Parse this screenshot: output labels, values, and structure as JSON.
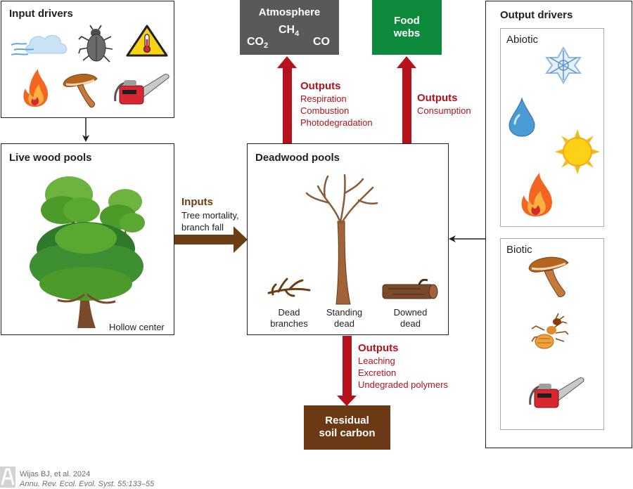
{
  "input_drivers": {
    "title": "Input drivers"
  },
  "live_wood": {
    "title": "Live wood pools",
    "hollow_label": "Hollow center"
  },
  "deadwood": {
    "title": "Deadwood pools",
    "dead_branches": [
      "Dead",
      "branches"
    ],
    "standing_dead": [
      "Standing",
      "dead"
    ],
    "downed_dead": [
      "Downed",
      "dead"
    ]
  },
  "atmosphere": {
    "title": "Atmosphere",
    "gases": {
      "co2": "CO",
      "co2_sub": "2",
      "ch4": "CH",
      "ch4_sub": "4",
      "co": "CO"
    }
  },
  "food_webs": {
    "lines": [
      "Food",
      "webs"
    ]
  },
  "residual": {
    "lines": [
      "Residual",
      "soil carbon"
    ]
  },
  "inputs_flow": {
    "heading": "Inputs",
    "lines": [
      "Tree mortality,",
      "branch fall"
    ]
  },
  "outputs_atmosphere": {
    "heading": "Outputs",
    "lines": [
      "Respiration",
      "Combustion",
      "Photodegradation"
    ]
  },
  "outputs_foodwebs": {
    "heading": "Outputs",
    "lines": [
      "Consumption"
    ]
  },
  "outputs_soil": {
    "heading": "Outputs",
    "lines": [
      "Leaching",
      "Excretion",
      "Undegraded polymers"
    ]
  },
  "output_drivers": {
    "title": "Output drivers",
    "abiotic": "Abiotic",
    "biotic": "Biotic"
  },
  "credit": {
    "line1": "Wijas BJ, et al. 2024",
    "line2": "Annu. Rev. Ecol. Evol. Syst. 55:133–55",
    "logo": "AR"
  },
  "colors": {
    "red": "#b5121b",
    "brown": "#6b3f13",
    "dark_gray": "#58595b",
    "green": "#0d8a3c",
    "soil": "#6b3a14"
  },
  "icons": [
    "wind-icon",
    "beetle-icon",
    "warning-thermometer-icon",
    "fire-icon",
    "mushroom-icon",
    "chainsaw-icon",
    "tree-icon",
    "dead-tree-icon",
    "dead-branches-icon",
    "log-icon",
    "snowflake-icon",
    "water-drop-icon",
    "sun-icon",
    "termite-icon"
  ]
}
